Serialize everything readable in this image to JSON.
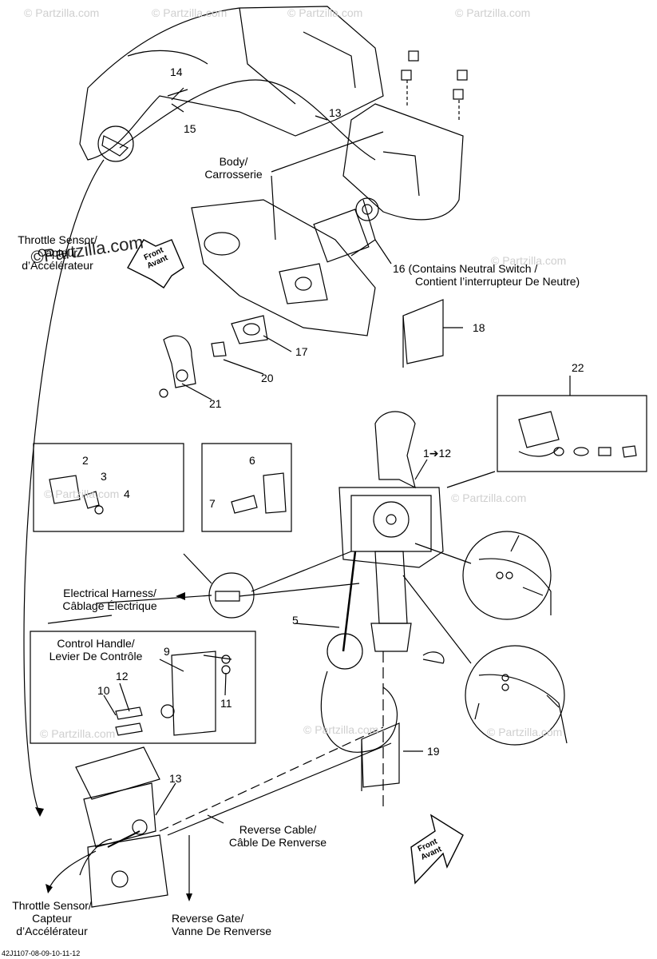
{
  "watermarks": [
    "© Partzilla.com",
    "© Partzilla.com",
    "© Partzilla.com",
    "© Partzilla.com",
    "© Partzilla.com",
    "© Partzilla.com",
    "© Partzilla.com",
    "© Partzilla.com",
    "© Partzilla.com",
    "© Partzilla.com"
  ],
  "watermark_main": "©Partzilla.com",
  "labels": {
    "throttle_sensor_top": [
      "Throttle Sensor/",
      "Capteur",
      "d’Accélérateur"
    ],
    "body": [
      "Body/",
      "Carrosserie"
    ],
    "part16": [
      "16 (Contains Neutral Switch /",
      "Contient l’interrupteur De Neutre)"
    ],
    "electrical_harness": [
      "Electrical  Harness/",
      "Câblage Électrique"
    ],
    "control_handle": [
      "Control Handle/",
      "Levier De Contrôle"
    ],
    "reverse_cable": [
      "Reverse Cable/",
      "Câble De Renverse"
    ],
    "throttle_sensor_bottom": [
      "Throttle Sensor/",
      "Capteur",
      "d’Accélérateur"
    ],
    "reverse_gate": [
      "Reverse Gate/",
      "Vanne De Renverse"
    ],
    "front_top": [
      "Front",
      "Avant"
    ],
    "front_bottom": [
      "Front",
      "Avant"
    ]
  },
  "callouts": {
    "n14": "14",
    "n15": "15",
    "n13_top": "13",
    "n18": "18",
    "n17": "17",
    "n20": "20",
    "n21": "21",
    "n22": "22",
    "n1_12": "1➔12",
    "n2": "2",
    "n3": "3",
    "n4": "4",
    "n6": "6",
    "n7": "7",
    "n5": "5",
    "n9": "9",
    "n12": "12",
    "n10": "10",
    "n11": "11",
    "n19": "19",
    "n13_bottom": "13"
  },
  "footer_code": "42J1107-08-09-10-11-12"
}
